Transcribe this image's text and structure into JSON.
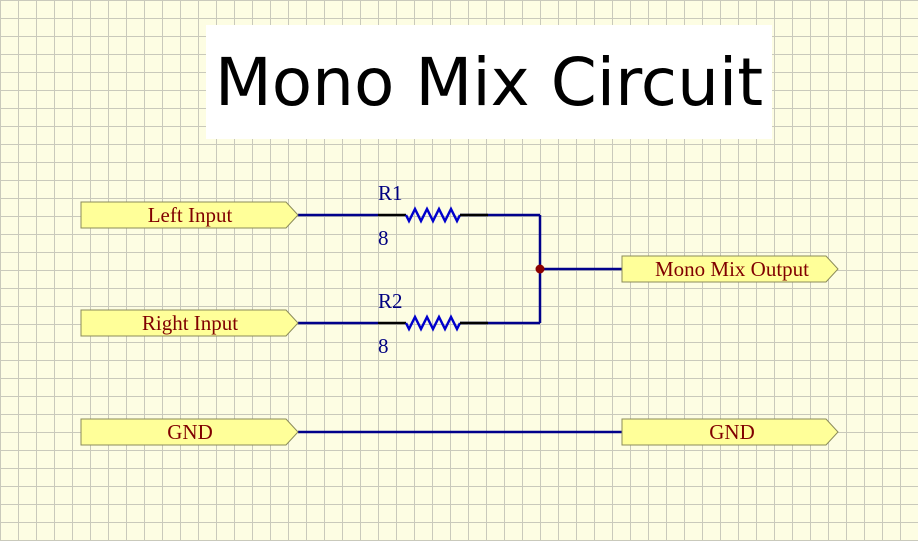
{
  "title": "Mono Mix Circuit",
  "colors": {
    "sheet_background": "#fdfde3",
    "grid_line": "#c9c9bb",
    "wire": "#00008b",
    "resistor": "#0000cc",
    "resistor_leads": "#000000",
    "junction": "#8b0000",
    "port_fill": "#ffff99",
    "port_stroke": "#8b8b5a",
    "port_text": "#800000",
    "designator_text": "#000080"
  },
  "ports": {
    "left_input": "Left Input",
    "right_input": "Right Input",
    "gnd_left": "GND",
    "mono_mix_output": "Mono Mix Output",
    "gnd_right": "GND"
  },
  "resistors": {
    "r1": {
      "designator": "R1",
      "value": "8"
    },
    "r2": {
      "designator": "R2",
      "value": "8"
    }
  }
}
